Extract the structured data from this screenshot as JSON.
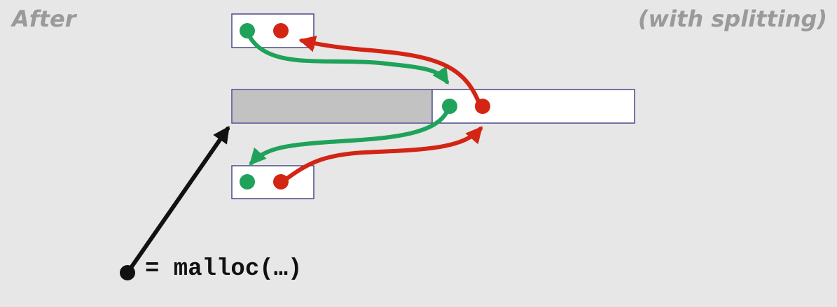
{
  "labels": {
    "after": "After",
    "mode": "(with splitting)",
    "code": "= malloc(…)"
  },
  "colors": {
    "background": "#e7e7e7",
    "block_fill": "#ffffff",
    "block_border": "#4a4a8a",
    "allocated_fill": "#c2c2c2",
    "next_pointer": "#1fa25a",
    "prev_pointer": "#d32414",
    "caption_text": "#9a9a9a",
    "code_text": "#111111"
  }
}
